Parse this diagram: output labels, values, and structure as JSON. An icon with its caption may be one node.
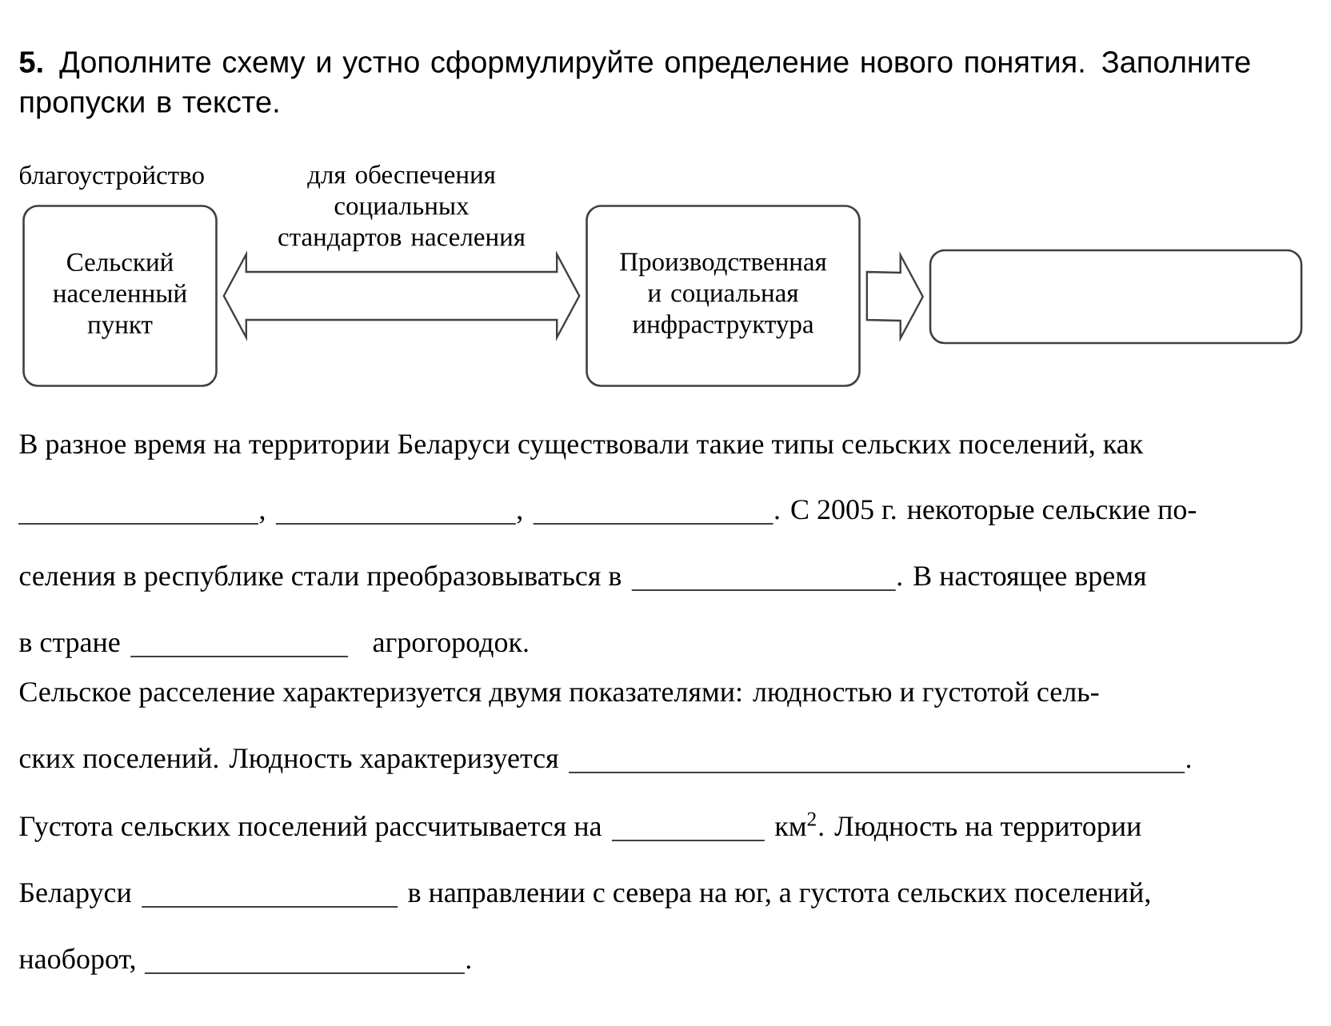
{
  "diagram": {
    "title": "**5.** Дополните схему и устно сформулируйте определение нового понятия. Заполните пропуски в тексте.",
    "nodes": [
      {
        "text": [
          "Сельский населенный пункт"
        ]
      },
      {
        "text": [
          "Производственная и социальная инфраструктура"
        ]
      },
      {
        "text": [],
        "shape": "box"
      }
    ],
    "edges": [
      {
        "from": 0,
        "to": 1,
        "arrow": "both",
        "label": "для обеспечения социальных стандартов населения"
      },
      {
        "from": 1,
        "to": 2,
        "arrow": "to"
      }
    ],
    "labels": [
      "благоустройство",
      "В разное время на территории Беларуси существовали такие типы сельских поселений, как",
      ",",
      ",",
      ". С 2005 г. некоторые сельские по-",
      "селения в республике стали преобразовываться в",
      ". В настоящее время",
      "в стране",
      "агрогородок.",
      "Сельское расселение характеризуется двумя показателями: людностью и густотой сель-",
      "ских поселений. Людность характеризуется",
      ".",
      "Густота сельских поселений рассчитывается на",
      "км$^{2}$. Людность на территории",
      "Беларуси",
      "в направлении с севера на юг, а густота сельских поселений,",
      "наоборот,",
      "."
    ]
  }
}
